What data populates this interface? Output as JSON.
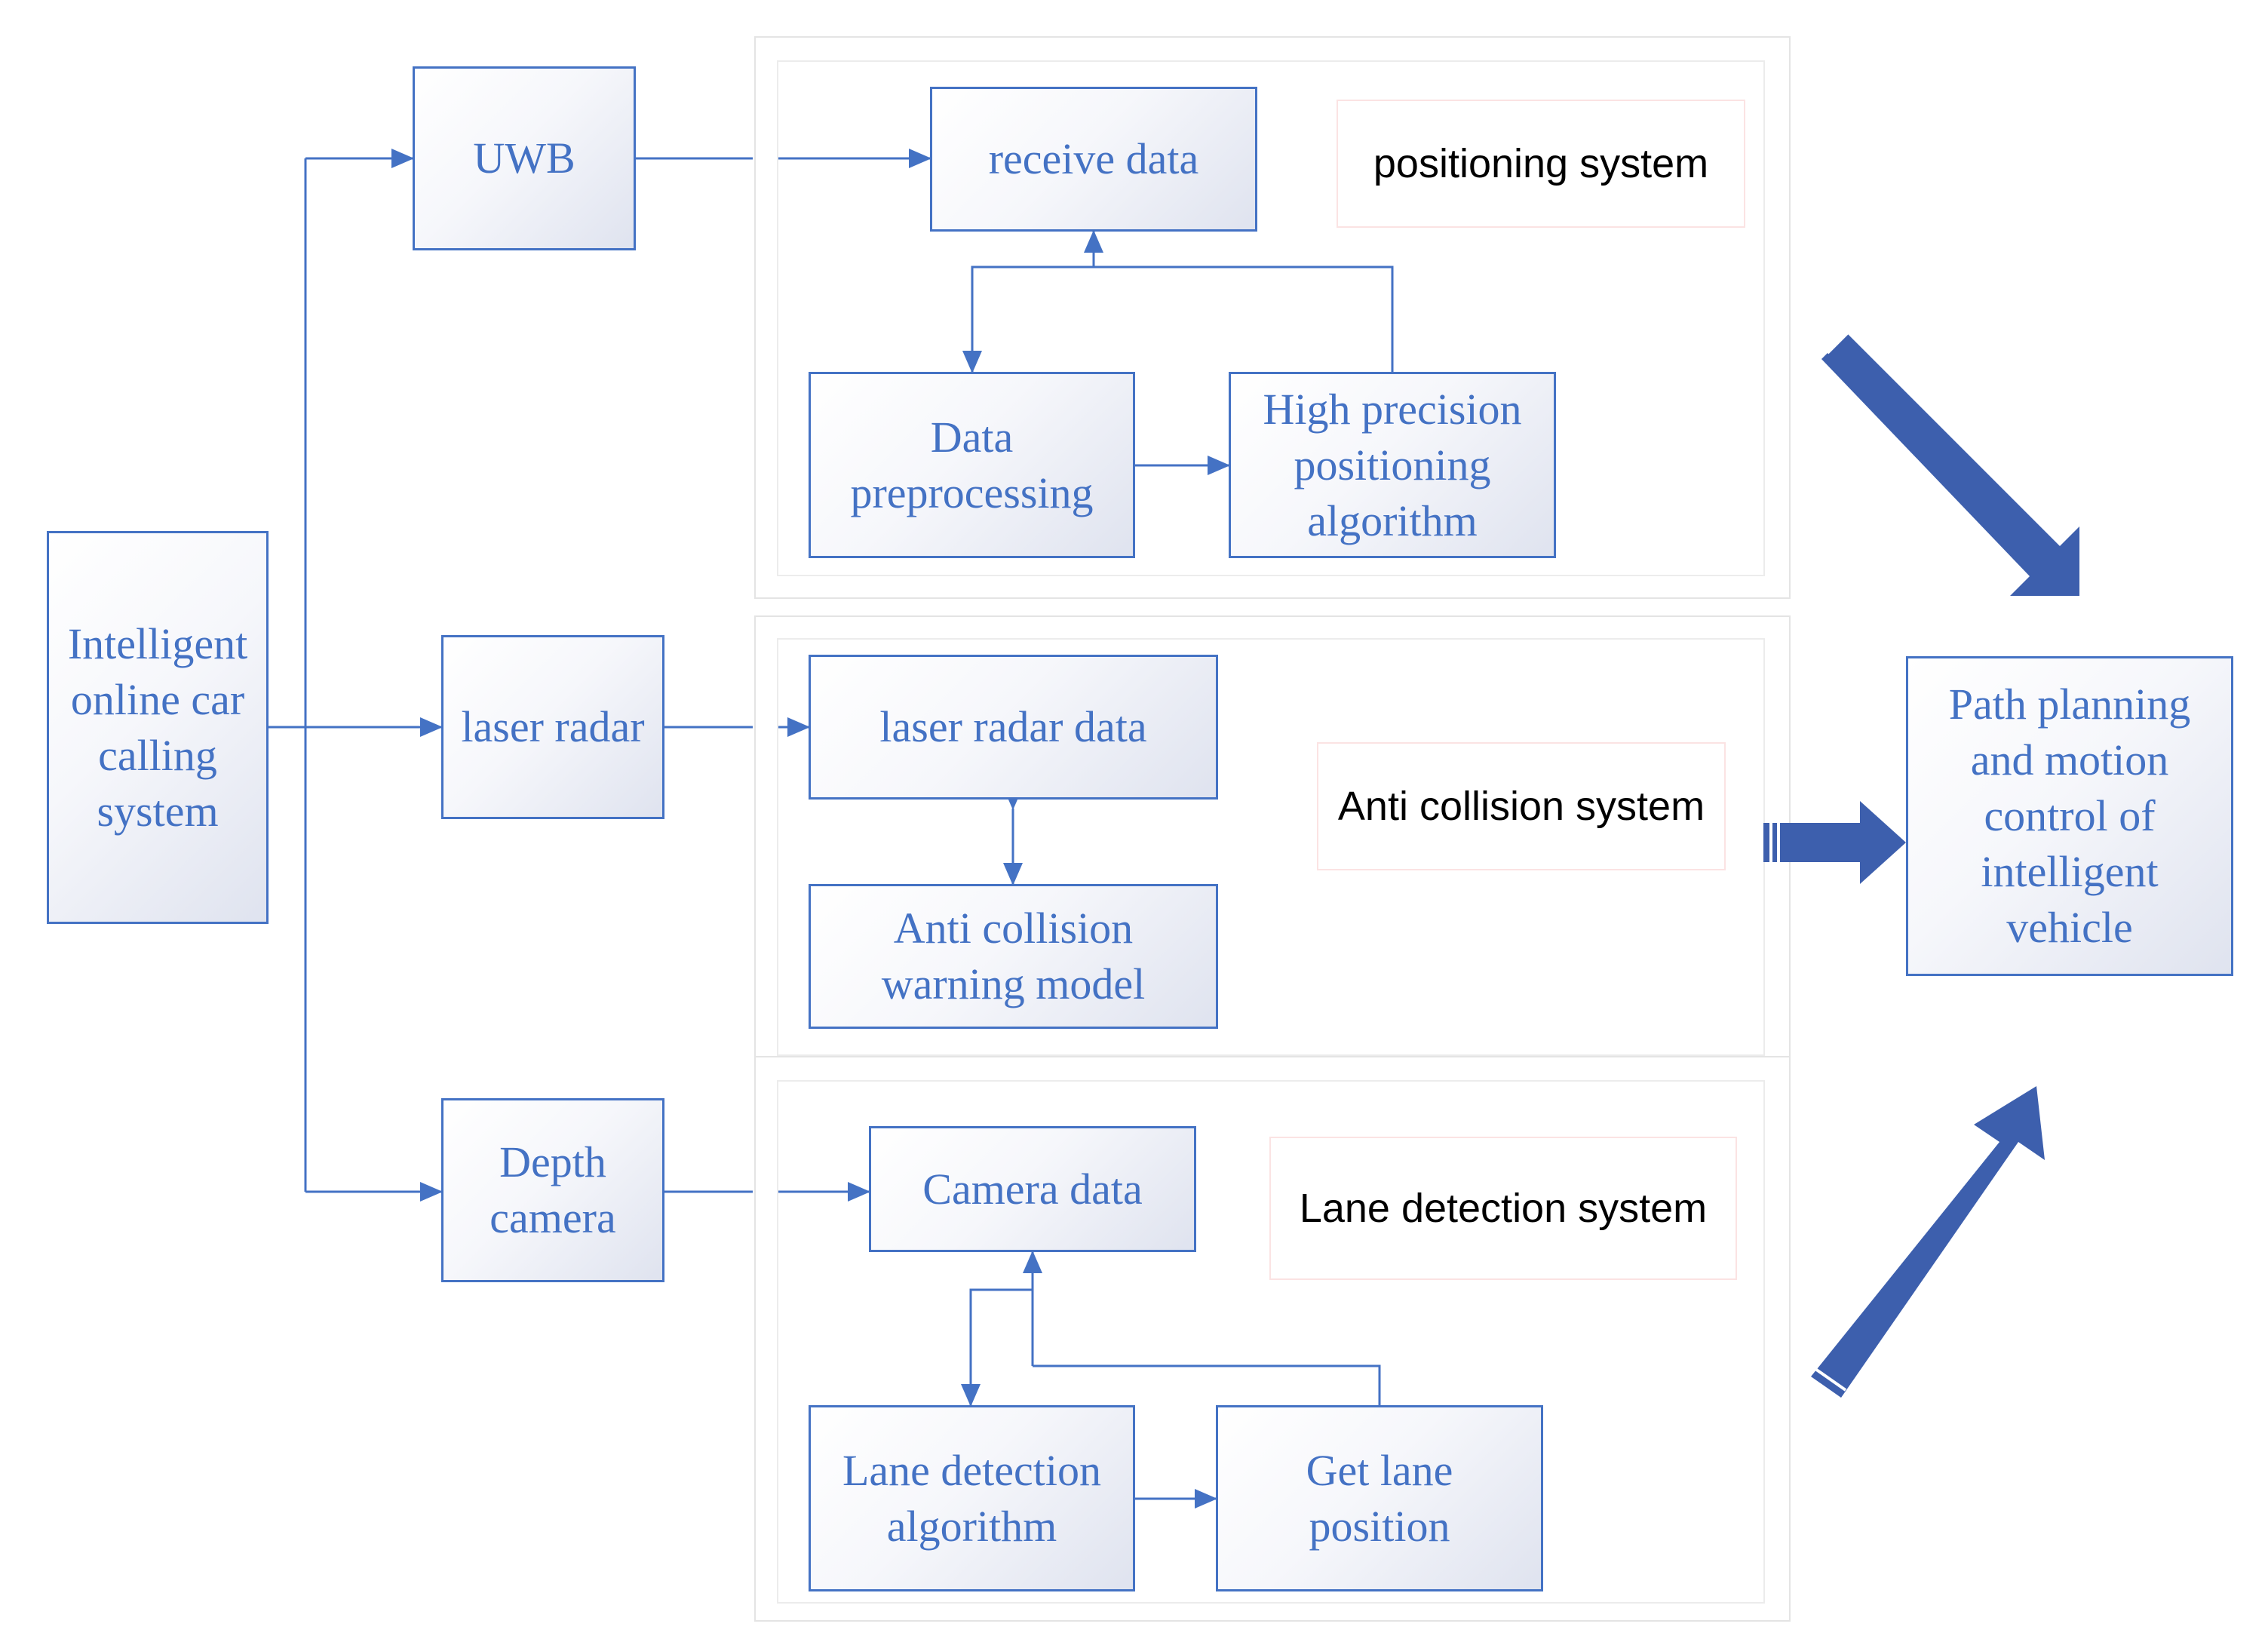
{
  "diagram": {
    "source": {
      "label": "Intelligent\nonline car\ncalling\nsystem"
    },
    "sensors": {
      "uwb": "UWB",
      "laser": "laser radar",
      "camera": "Depth\ncamera"
    },
    "positioning": {
      "system_label": "positioning system",
      "receive": "receive data",
      "preprocess": "Data\npreprocessing",
      "algorithm": "High precision\npositioning\nalgorithm"
    },
    "anti_collision": {
      "system_label": "Anti collision system",
      "laser_data": "laser radar data",
      "warning": "Anti collision\nwarning model"
    },
    "lane": {
      "system_label": "Lane detection system",
      "camera_data": "Camera data",
      "algorithm": "Lane detection\nalgorithm",
      "position": "Get lane\nposition"
    },
    "output": {
      "label": "Path planning\nand motion\ncontrol of\nintelligent\nvehicle"
    },
    "colors": {
      "line": "#4472c4",
      "big_arrow": "#3d5fad",
      "text": "#4472c4"
    }
  }
}
